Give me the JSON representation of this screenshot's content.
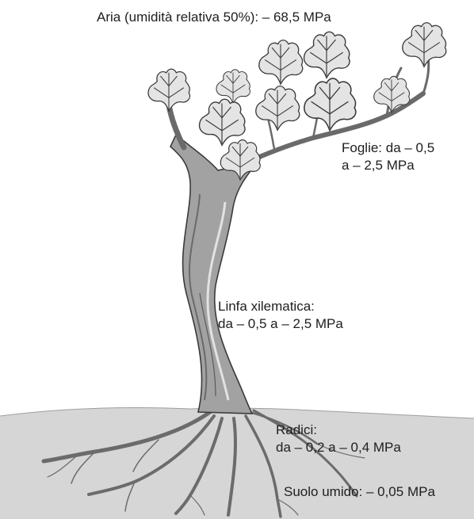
{
  "labels": {
    "air": "Aria (umidità relativa 50%): – 68,5 MPa",
    "leaves": {
      "line1": "Foglie: da – 0,5",
      "line2": "a – 2,5 MPa"
    },
    "xylem": {
      "line1": "Linfa xilematica:",
      "line2": "da – 0,5 a – 2,5 MPa"
    },
    "roots": {
      "line1": "Radici:",
      "line2": "da – 0,2 a – 0,4 MPa"
    },
    "soil": "Suolo umido: – 0,05 MPa"
  },
  "colors": {
    "leaf_fill": "#e4e4e4",
    "leaf_stroke": "#3a3a3a",
    "bark": "#9a9a9a",
    "bark_dark": "#5e5e5e",
    "soil": "#d6d6d6",
    "text": "#1e1e1e"
  }
}
